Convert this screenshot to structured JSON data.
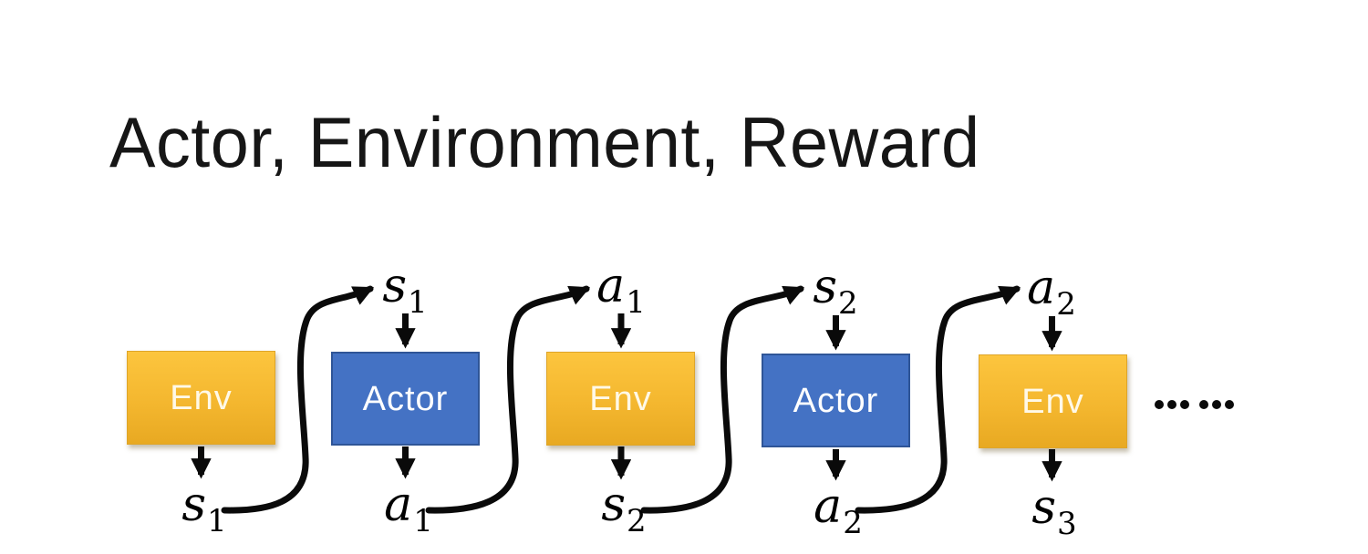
{
  "slide": {
    "title": "Actor, Environment, Reward",
    "ellipsis": "……"
  },
  "diagram": {
    "boxes": [
      {
        "label": "Env",
        "type": "env"
      },
      {
        "label": "Actor",
        "type": "actor"
      },
      {
        "label": "Env",
        "type": "env"
      },
      {
        "label": "Actor",
        "type": "actor"
      },
      {
        "label": "Env",
        "type": "env"
      }
    ],
    "top_labels": [
      {
        "base": "s",
        "sub": "1"
      },
      {
        "base": "a",
        "sub": "1"
      },
      {
        "base": "s",
        "sub": "2"
      },
      {
        "base": "a",
        "sub": "2"
      }
    ],
    "bottom_labels": [
      {
        "base": "s",
        "sub": "1"
      },
      {
        "base": "a",
        "sub": "1"
      },
      {
        "base": "s",
        "sub": "2"
      },
      {
        "base": "a",
        "sub": "2"
      },
      {
        "base": "s",
        "sub": "3"
      }
    ],
    "colors": {
      "env_gradient_top": "#FCC53E",
      "env_gradient_bottom": "#E8A922",
      "actor_fill": "#4472C4",
      "actor_border": "#2F5597",
      "arrow": "#000000",
      "box_text": "#FFFFFF",
      "title_text": "#161616"
    }
  }
}
